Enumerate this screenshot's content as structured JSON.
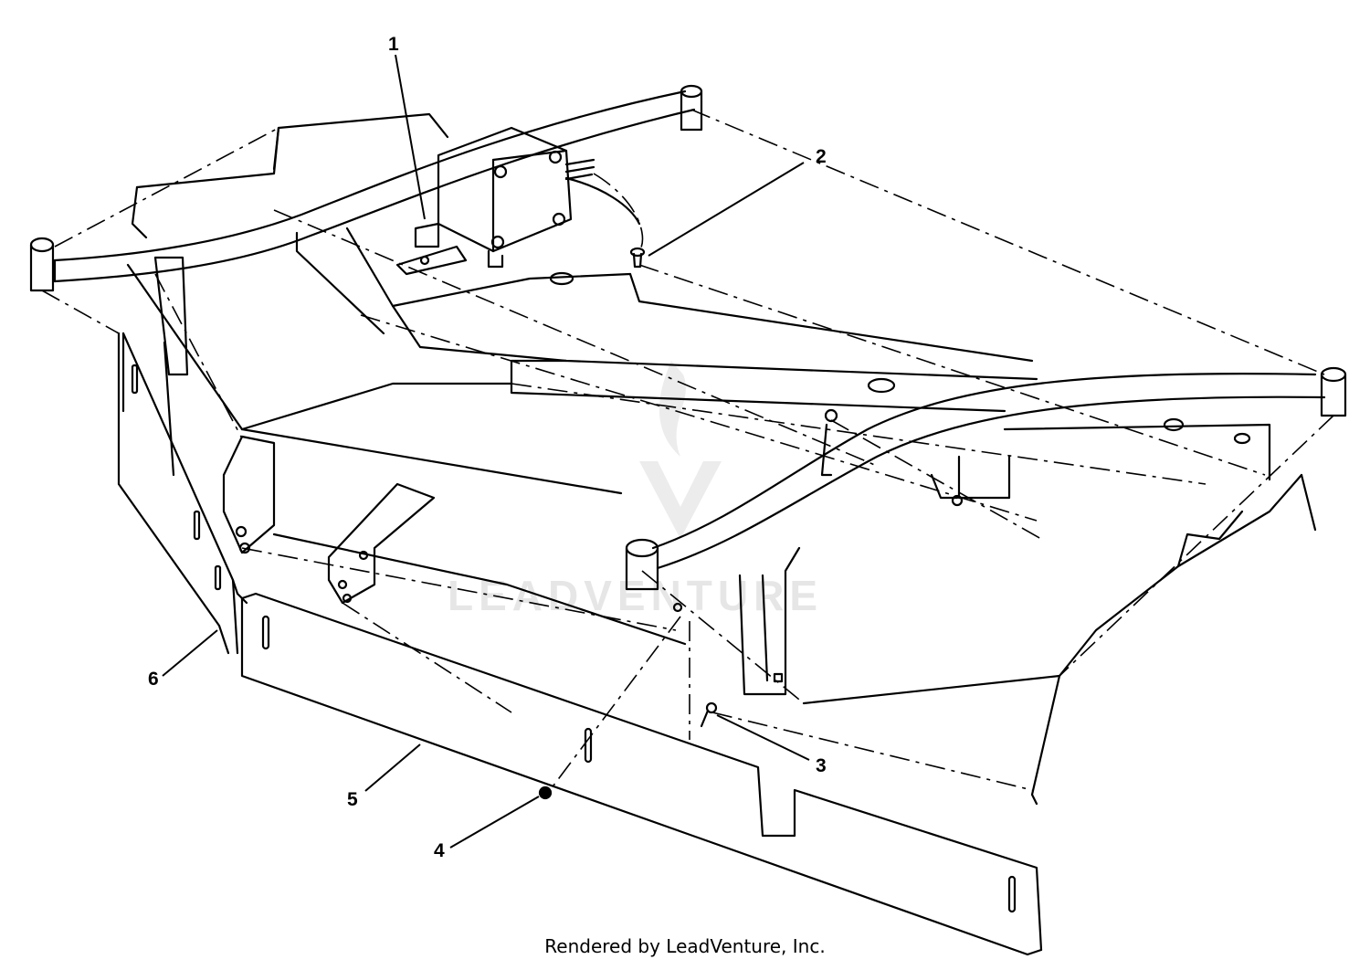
{
  "callouts": [
    {
      "id": "callout-1",
      "label": "1"
    },
    {
      "id": "callout-2",
      "label": "2"
    },
    {
      "id": "callout-3",
      "label": "3"
    },
    {
      "id": "callout-4",
      "label": "4"
    },
    {
      "id": "callout-5",
      "label": "5"
    },
    {
      "id": "callout-6",
      "label": "6"
    }
  ],
  "watermark": {
    "text": "LEADVENTURE",
    "color": "#e6e6e6"
  },
  "footer": {
    "text": "Rendered by LeadVenture, Inc."
  },
  "colors": {
    "line": "#000000",
    "background": "#ffffff"
  }
}
